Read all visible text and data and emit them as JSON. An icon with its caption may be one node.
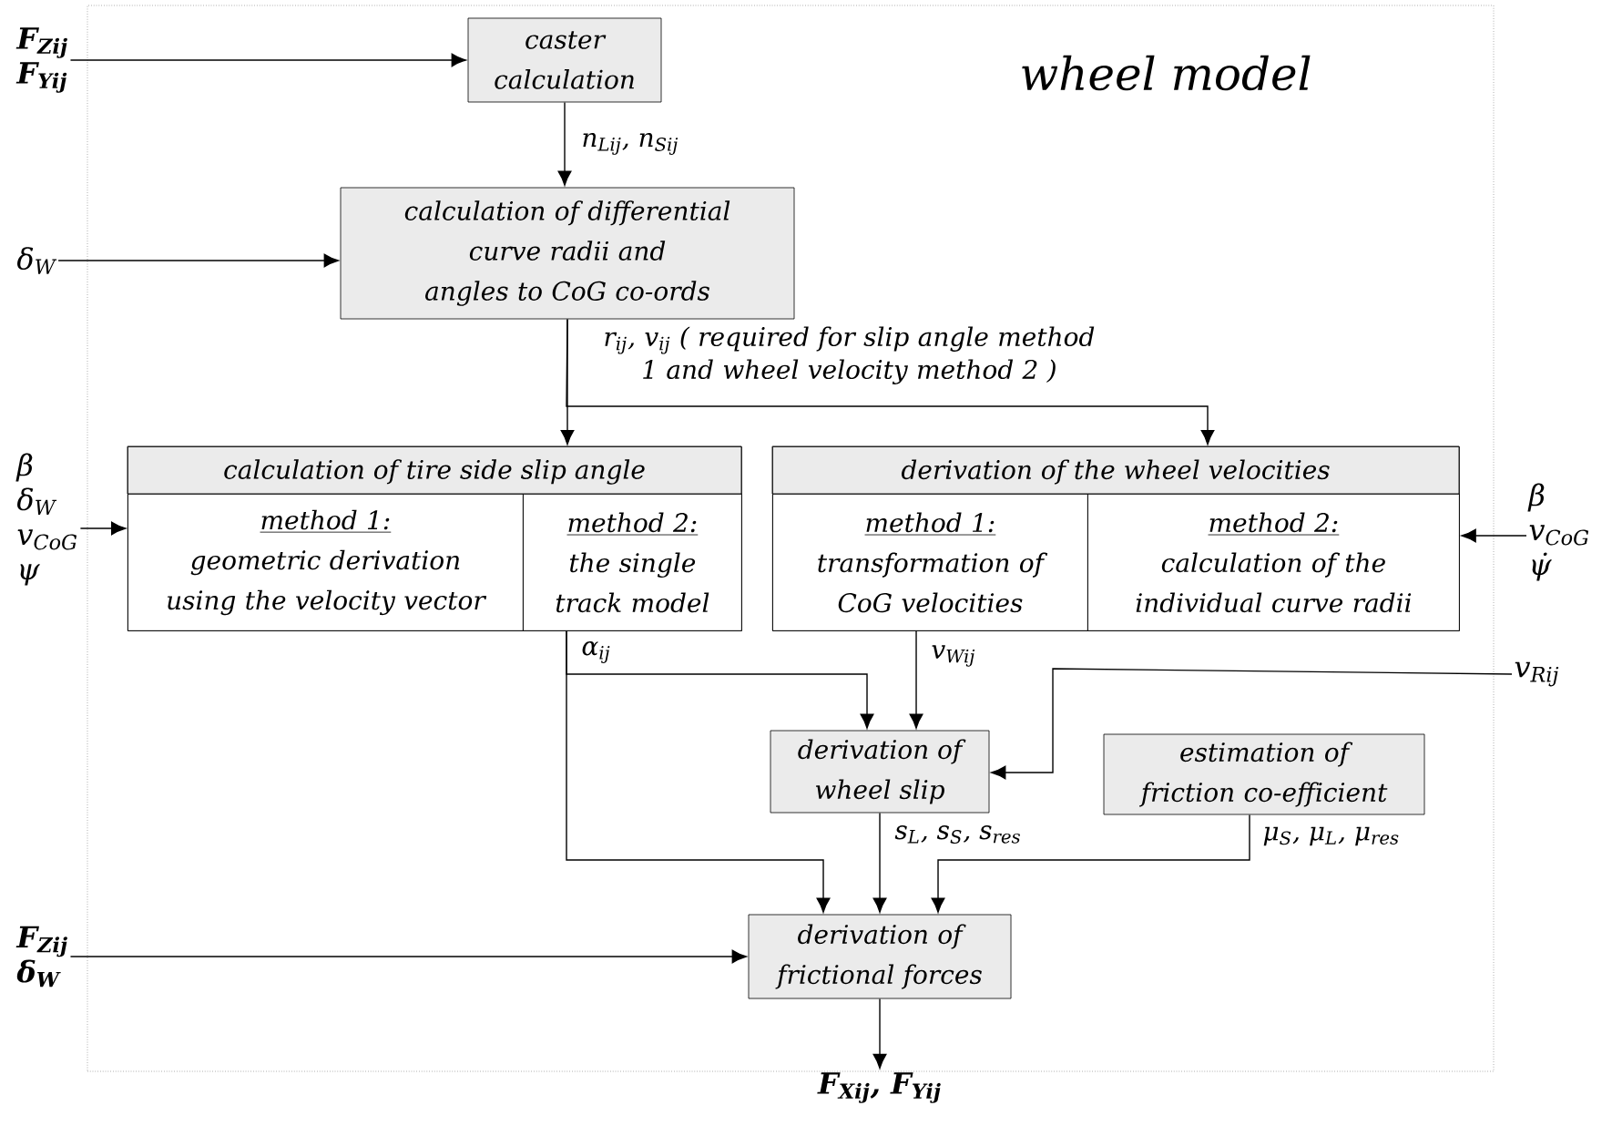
{
  "diagram": {
    "nodes": [
      {
        "text": [
          "wheel model"
        ]
      },
      {
        "text": [
          "caster calculation"
        ],
        "in": 0
      },
      {
        "text": [
          "calculation of differential curve radii and angles to CoG co-ords"
        ],
        "in": 0
      },
      {
        "text": [
          "calculation of tire side slip angle"
        ],
        "in": 0
      },
      {
        "text": [
          "method 1:",
          "geometric derivation using the velocity vector"
        ],
        "in": 3
      },
      {
        "text": [
          "method 2:",
          "the single track model"
        ],
        "in": 3
      },
      {
        "text": [
          "derivation of the wheel velocities"
        ],
        "in": 0
      },
      {
        "text": [
          "method 1:",
          "transformation of CoG velocities"
        ],
        "in": 6
      },
      {
        "text": [
          "method 2:",
          "calculation of the individual curve radii"
        ],
        "in": 6
      },
      {
        "text": [
          "derivation of wheel slip"
        ],
        "in": 0
      },
      {
        "text": [
          "estimation of friction co-efficient"
        ],
        "in": 0
      },
      {
        "text": [
          "derivation of frictional forces"
        ],
        "in": 0
      },
      {
        "text": [
          "F$_{Zij}$",
          "F$_{Yij}$"
        ]
      },
      {
        "text": [
          "δ$_{W}$"
        ]
      },
      {
        "text": [
          "β",
          "δ$_{W}$",
          "v$_{CoG}$",
          "ψ"
        ]
      },
      {
        "text": [
          "β",
          "v$_{CoG}$",
          "ψ̇"
        ]
      },
      {
        "text": [
          "v$_{Rij}$"
        ]
      },
      {
        "text": [
          "F$_{Zij}$",
          "δ$_{W}$"
        ]
      },
      {
        "text": [
          "F$_{Xij}$, F$_{Yij}$"
        ]
      }
    ],
    "edges": [
      {
        "from": 12,
        "to": 1,
        "arrow": "to"
      },
      {
        "from": 13,
        "to": 2,
        "arrow": "to"
      },
      {
        "from": 14,
        "to": 4,
        "arrow": "to"
      },
      {
        "from": 15,
        "to": 8,
        "arrow": "to"
      },
      {
        "from": 1,
        "to": 2,
        "arrow": "to",
        "label": "n$_{Lij}$, n$_{Sij}$"
      },
      {
        "from": 2,
        "to": 3,
        "arrow": "to",
        "label": "r$_{ij}$, v$_{ij}$ ( required for slip angle method 1 and wheel velocity method 2 )"
      },
      {
        "from": 2,
        "to": 6,
        "arrow": "to"
      },
      {
        "from": 5,
        "to": 9,
        "arrow": "to"
      },
      {
        "from": 5,
        "to": 11,
        "arrow": "to",
        "label": "α$_{ij}$"
      },
      {
        "from": 7,
        "to": 9,
        "arrow": "to",
        "label": "v$_{Wij}$"
      },
      {
        "from": 16,
        "to": 9,
        "arrow": "to"
      },
      {
        "from": 9,
        "to": 11,
        "arrow": "to",
        "label": "s$_{L}$, s$_{S}$, s$_{res}$"
      },
      {
        "from": 10,
        "to": 11,
        "arrow": "to",
        "label": "μ$_{S}$, μ$_{L}$, μ$_{res}$"
      },
      {
        "from": 17,
        "to": 11,
        "arrow": "to"
      },
      {
        "from": 11,
        "to": 18,
        "arrow": "to"
      }
    ]
  }
}
